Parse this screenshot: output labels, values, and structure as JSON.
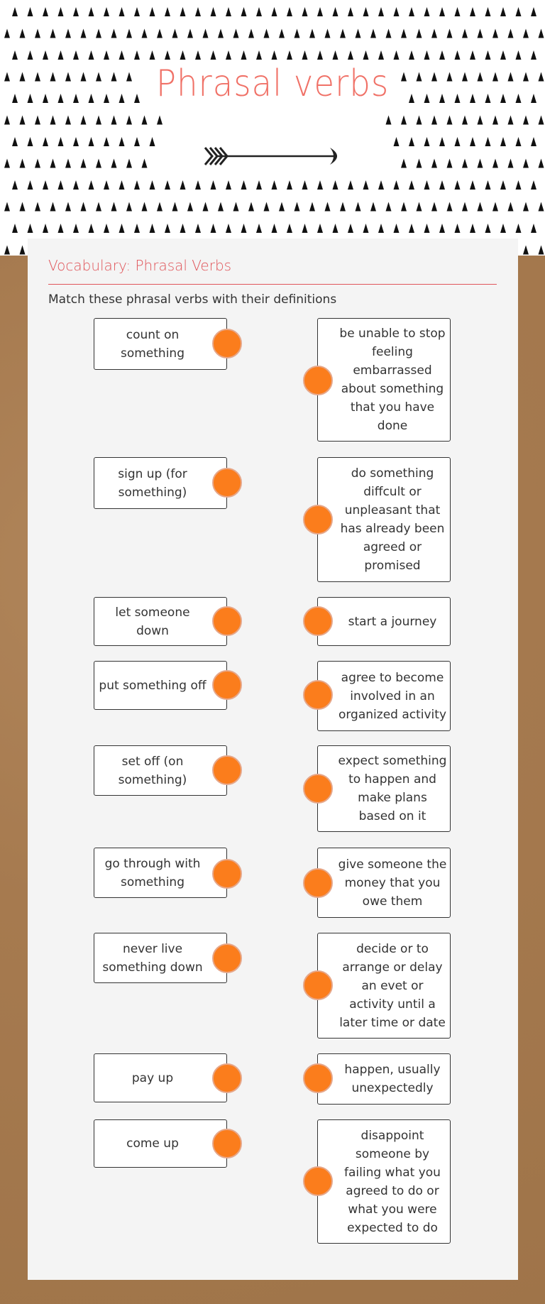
{
  "header": {
    "title": "Phrasal verbs",
    "arrow_icon": "arrow-right-icon"
  },
  "worksheet": {
    "subtitle": "Vocabulary: Phrasal Verbs",
    "instructions": "Match these phrasal verbs with their definitions",
    "accent_color": "#f07167",
    "connector_color": "#fb7d1c",
    "terms": [
      "count on something",
      "sign up (for something)",
      "let someone down",
      "put something off",
      "set off (on something)",
      "go through with something",
      "never live something down",
      "pay up",
      "come up"
    ],
    "definitions": [
      "be unable to stop feeling embarrassed about something that you have done",
      "do something diffcult or unpleasant that has already been agreed or promised",
      "start a journey",
      "agree to become involved in an organized activity",
      "expect something to happen and make plans based on it",
      "give someone the money that you owe them",
      "decide or to arrange or delay an evet or activity until a later time or date",
      "happen, usually unexpectedly",
      "disappoint someone by failing what you agreed to do or what you were expected to do"
    ]
  }
}
